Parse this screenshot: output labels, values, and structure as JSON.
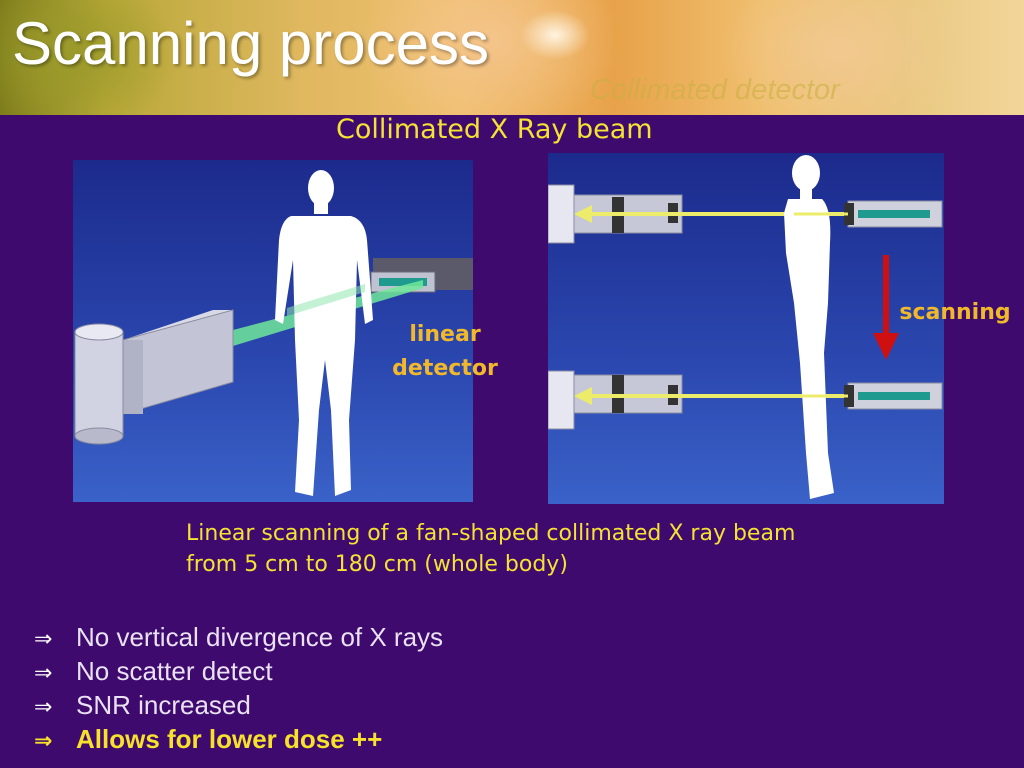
{
  "slide": {
    "title": "Scanning process",
    "faint_heading": "Collimated detector",
    "subtitle": "Collimated X Ray beam",
    "label_linear_detector": [
      "linear",
      "detector"
    ],
    "label_scanning": "scanning",
    "caption": [
      "Linear scanning of a fan-shaped collimated X ray beam",
      "from 5 cm to 180 cm (whole body)"
    ],
    "bullet_symbol": "⇒",
    "bullets": [
      "No vertical divergence of X rays",
      "No scatter detect",
      "SNR increased",
      "Allows for lower dose ++"
    ]
  },
  "colors": {
    "background": "#3e0a6e",
    "title": "#ffffff",
    "heading_yellow": "#f5e233",
    "label_orange": "#f0b82a",
    "scan_arrow": "#d01010",
    "beam_green": "#6ee89a",
    "beam_yellow": "#ecec6a",
    "detector_teal": "#1e9a8e"
  }
}
